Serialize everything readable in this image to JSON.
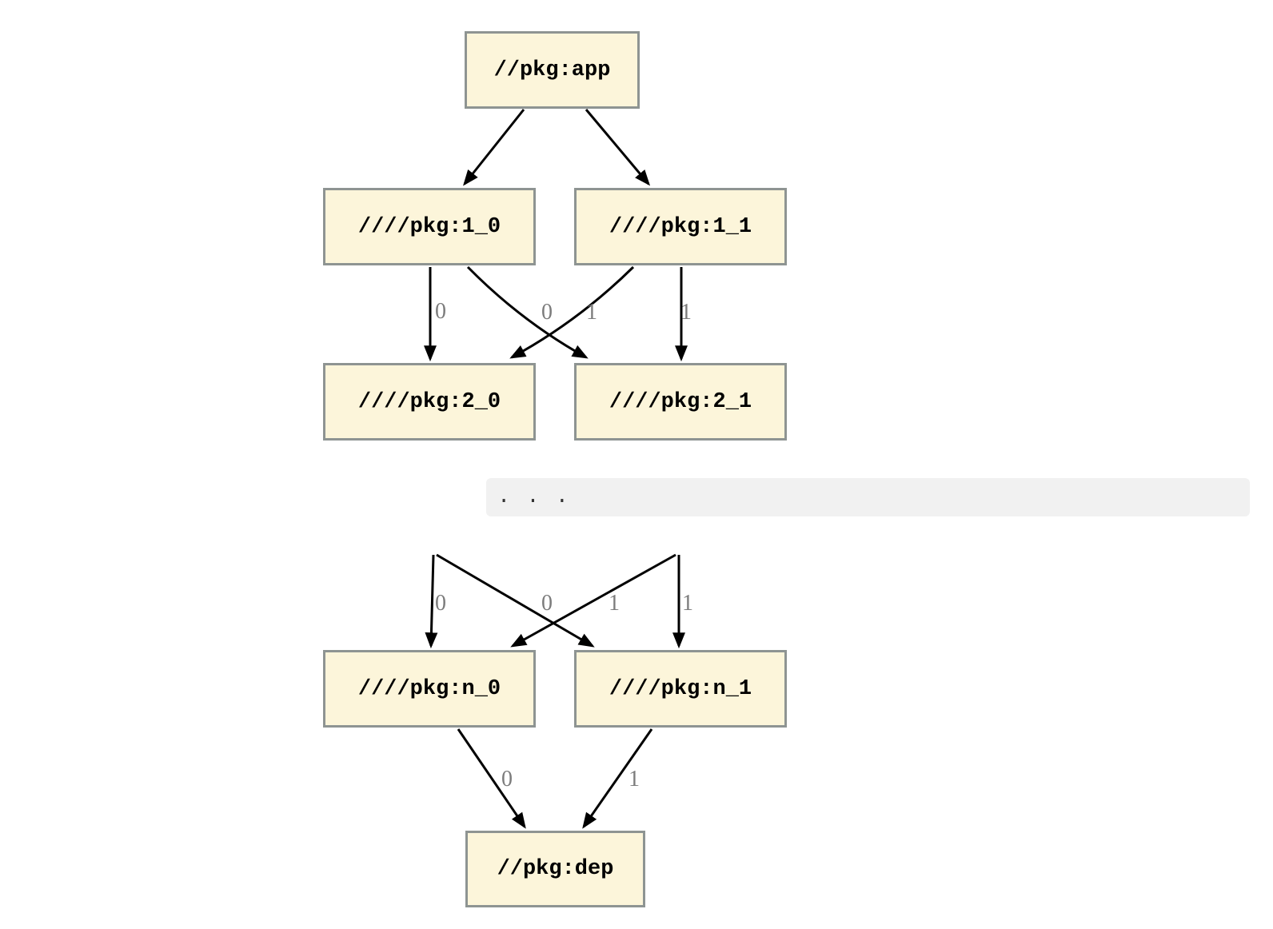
{
  "colors": {
    "background": "#ffffff",
    "node_fill": "#fcf5da",
    "node_border": "#8e9492",
    "edge": "#000000",
    "edge_label": "#7c7c7c",
    "ellipsis_bg": "#f1f1f1",
    "ellipsis_text": "#333333"
  },
  "top_graph": {
    "nodes": [
      {
        "id": "app",
        "label": "//pkg:app"
      },
      {
        "id": "1_0",
        "label": "////pkg:1_0"
      },
      {
        "id": "1_1",
        "label": "////pkg:1_1"
      },
      {
        "id": "2_0",
        "label": "////pkg:2_0"
      },
      {
        "id": "2_1",
        "label": "////pkg:2_1"
      }
    ],
    "edges": [
      {
        "from": "//pkg:app",
        "to": "////pkg:1_0",
        "label": ""
      },
      {
        "from": "//pkg:app",
        "to": "////pkg:1_1",
        "label": ""
      },
      {
        "from": "////pkg:1_0",
        "to": "////pkg:2_0",
        "label": "0"
      },
      {
        "from": "////pkg:1_0",
        "to": "////pkg:2_1",
        "label": "0"
      },
      {
        "from": "////pkg:1_1",
        "to": "////pkg:2_0",
        "label": "1"
      },
      {
        "from": "////pkg:1_1",
        "to": "////pkg:2_1",
        "label": "1"
      }
    ]
  },
  "ellipsis": {
    "text": ". . ."
  },
  "bottom_graph": {
    "nodes": [
      {
        "id": "n_0",
        "label": "////pkg:n_0"
      },
      {
        "id": "n_1",
        "label": "////pkg:n_1"
      },
      {
        "id": "dep",
        "label": "//pkg:dep"
      }
    ],
    "edges": [
      {
        "from": "...",
        "to": "////pkg:n_0",
        "label": "0"
      },
      {
        "from": "...",
        "to": "////pkg:n_1",
        "label": "0"
      },
      {
        "from": "...",
        "to": "////pkg:n_0",
        "label": "1"
      },
      {
        "from": "...",
        "to": "////pkg:n_1",
        "label": "1"
      },
      {
        "from": "////pkg:n_0",
        "to": "//pkg:dep",
        "label": "0"
      },
      {
        "from": "////pkg:n_1",
        "to": "//pkg:dep",
        "label": "1"
      }
    ]
  }
}
